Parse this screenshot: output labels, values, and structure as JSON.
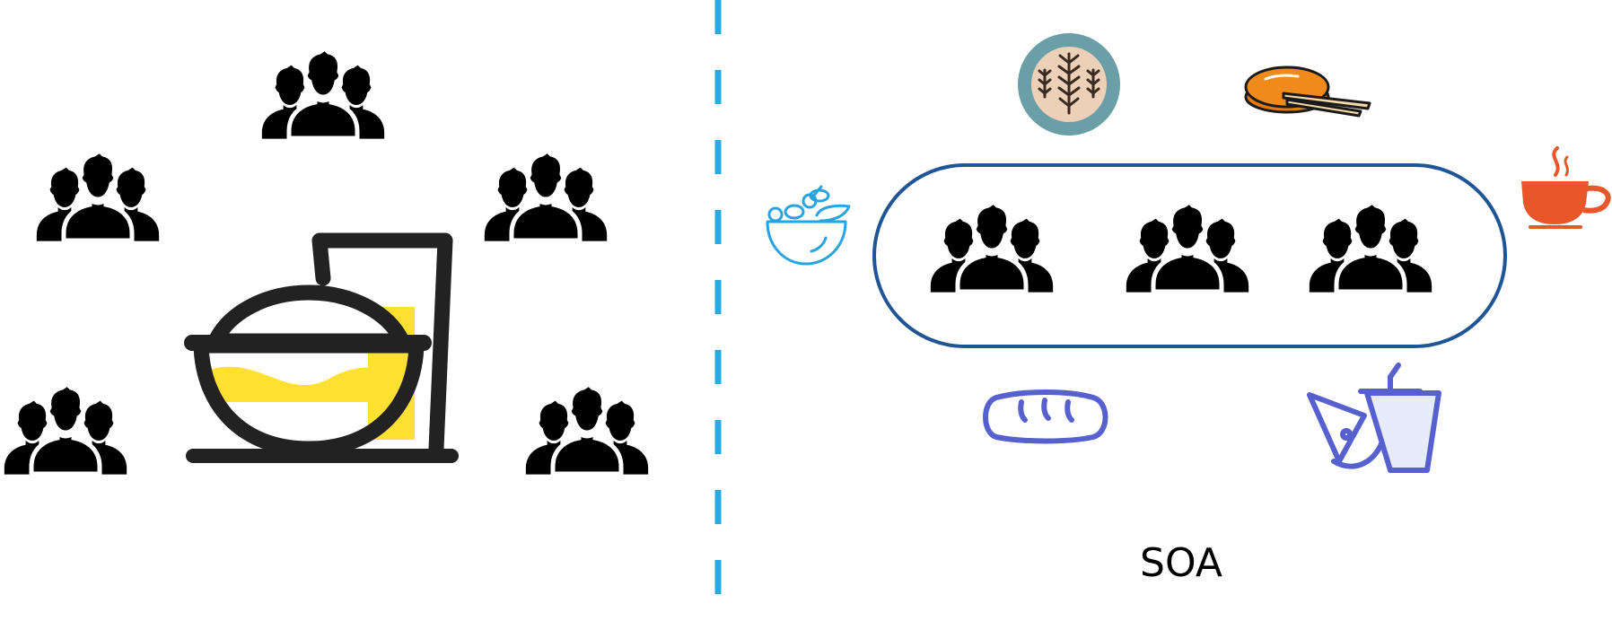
{
  "left_panel": {
    "people_groups": 5,
    "food_icon": "burger-and-drink-icon"
  },
  "right_panel": {
    "label": "SOA",
    "grouped_people": 3,
    "foods": [
      "grain-badge-icon",
      "pancake-with-chopsticks-icon",
      "salad-bowl-icon",
      "coffee-cup-icon",
      "bread-loaf-icon",
      "pizza-and-soda-icon"
    ]
  },
  "colors": {
    "divider": "#29ABE2",
    "capsule": "#1F5596",
    "accent_yellow": "#FFE033",
    "orange": "#E8562A",
    "purple": "#5661CF",
    "blue": "#29A3E0",
    "teal": "#6A9FA8"
  }
}
